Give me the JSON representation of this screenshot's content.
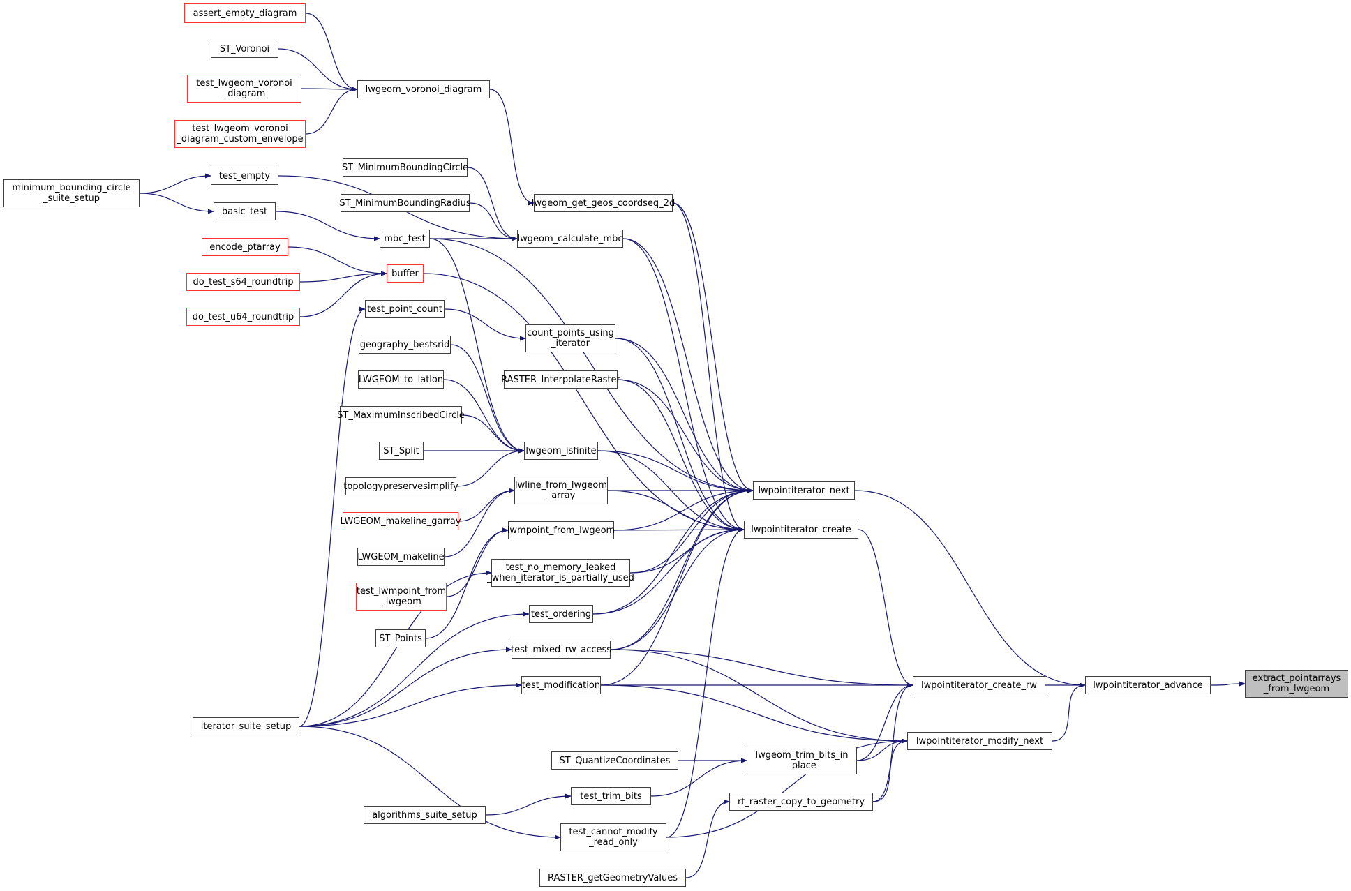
{
  "diagram": {
    "type": "call-graph",
    "edge_color": "#191970",
    "focus_fill": "#bfbfbf",
    "undocumented_border": "#ff3333",
    "nodes": [
      {
        "id": "assert_empty_diagram",
        "label": "assert_empty_diagram",
        "style": "red"
      },
      {
        "id": "ST_Voronoi",
        "label": "ST_Voronoi",
        "style": "normal"
      },
      {
        "id": "test_lwgeom_voronoi_diagram",
        "label": "test_lwgeom_voronoi\n_diagram",
        "style": "red"
      },
      {
        "id": "test_lwgeom_voronoi_diagram_custom_envelope",
        "label": "test_lwgeom_voronoi\n_diagram_custom_envelope",
        "style": "red"
      },
      {
        "id": "lwgeom_voronoi_diagram",
        "label": "lwgeom_voronoi_diagram",
        "style": "normal"
      },
      {
        "id": "minimum_bounding_circle_suite_setup",
        "label": "minimum_bounding_circle\n_suite_setup",
        "style": "normal"
      },
      {
        "id": "test_empty",
        "label": "test_empty",
        "style": "normal"
      },
      {
        "id": "basic_test",
        "label": "basic_test",
        "style": "normal"
      },
      {
        "id": "ST_MinimumBoundingCircle",
        "label": "ST_MinimumBoundingCircle",
        "style": "normal"
      },
      {
        "id": "ST_MinimumBoundingRadius",
        "label": "ST_MinimumBoundingRadius",
        "style": "normal"
      },
      {
        "id": "lwgeom_get_geos_coordseq_2d",
        "label": "lwgeom_get_geos_coordseq_2d",
        "style": "normal"
      },
      {
        "id": "mbc_test",
        "label": "mbc_test",
        "style": "normal"
      },
      {
        "id": "lwgeom_calculate_mbc",
        "label": "lwgeom_calculate_mbc",
        "style": "normal"
      },
      {
        "id": "encode_ptarray",
        "label": "encode_ptarray",
        "style": "red"
      },
      {
        "id": "do_test_s64_roundtrip",
        "label": "do_test_s64_roundtrip",
        "style": "red"
      },
      {
        "id": "do_test_u64_roundtrip",
        "label": "do_test_u64_roundtrip",
        "style": "red"
      },
      {
        "id": "buffer",
        "label": "buffer",
        "style": "red"
      },
      {
        "id": "test_point_count",
        "label": "test_point_count",
        "style": "normal"
      },
      {
        "id": "count_points_using_iterator",
        "label": "count_points_using\n_iterator",
        "style": "normal"
      },
      {
        "id": "geography_bestsrid",
        "label": "geography_bestsrid",
        "style": "normal"
      },
      {
        "id": "LWGEOM_to_latlon",
        "label": "LWGEOM_to_latlon",
        "style": "normal"
      },
      {
        "id": "RASTER_InterpolateRaster",
        "label": "RASTER_InterpolateRaster",
        "style": "normal"
      },
      {
        "id": "ST_MaximumInscribedCircle",
        "label": "ST_MaximumInscribedCircle",
        "style": "normal"
      },
      {
        "id": "ST_Split",
        "label": "ST_Split",
        "style": "normal"
      },
      {
        "id": "lwgeom_isfinite",
        "label": "lwgeom_isfinite",
        "style": "normal"
      },
      {
        "id": "topologypreservesimplify",
        "label": "topologypreservesimplify",
        "style": "normal"
      },
      {
        "id": "lwline_from_lwgeom_array",
        "label": "lwline_from_lwgeom\n_array",
        "style": "normal"
      },
      {
        "id": "lwpointiterator_next",
        "label": "lwpointiterator_next",
        "style": "normal"
      },
      {
        "id": "LWGEOM_makeline_garray",
        "label": "LWGEOM_makeline_garray",
        "style": "red"
      },
      {
        "id": "lwmpoint_from_lwgeom",
        "label": "lwmpoint_from_lwgeom",
        "style": "normal"
      },
      {
        "id": "lwpointiterator_create",
        "label": "lwpointiterator_create",
        "style": "normal"
      },
      {
        "id": "LWGEOM_makeline",
        "label": "LWGEOM_makeline",
        "style": "normal"
      },
      {
        "id": "test_no_memory_leaked",
        "label": "test_no_memory_leaked\n_when_iterator_is_partially_used",
        "style": "normal"
      },
      {
        "id": "test_lwmpoint_from_lwgeom",
        "label": "test_lwmpoint_from\n_lwgeom",
        "style": "red"
      },
      {
        "id": "test_ordering",
        "label": "test_ordering",
        "style": "normal"
      },
      {
        "id": "ST_Points",
        "label": "ST_Points",
        "style": "normal"
      },
      {
        "id": "test_mixed_rw_access",
        "label": "test_mixed_rw_access",
        "style": "normal"
      },
      {
        "id": "test_modification",
        "label": "test_modification",
        "style": "normal"
      },
      {
        "id": "lwpointiterator_create_rw",
        "label": "lwpointiterator_create_rw",
        "style": "normal"
      },
      {
        "id": "lwpointiterator_advance",
        "label": "lwpointiterator_advance",
        "style": "normal"
      },
      {
        "id": "extract_pointarrays_from_lwgeom",
        "label": "extract_pointarrays\n_from_lwgeom",
        "style": "focus"
      },
      {
        "id": "iterator_suite_setup",
        "label": "iterator_suite_setup",
        "style": "normal"
      },
      {
        "id": "lwpointiterator_modify_next",
        "label": "lwpointiterator_modify_next",
        "style": "normal"
      },
      {
        "id": "ST_QuantizeCoordinates",
        "label": "ST_QuantizeCoordinates",
        "style": "normal"
      },
      {
        "id": "lwgeom_trim_bits_in_place",
        "label": "lwgeom_trim_bits_in\n_place",
        "style": "normal"
      },
      {
        "id": "test_trim_bits",
        "label": "test_trim_bits",
        "style": "normal"
      },
      {
        "id": "rt_raster_copy_to_geometry",
        "label": "rt_raster_copy_to_geometry",
        "style": "normal"
      },
      {
        "id": "algorithms_suite_setup",
        "label": "algorithms_suite_setup",
        "style": "normal"
      },
      {
        "id": "test_cannot_modify_read_only",
        "label": "test_cannot_modify\n_read_only",
        "style": "normal"
      },
      {
        "id": "RASTER_getGeometryValues",
        "label": "RASTER_getGeometryValues",
        "style": "normal"
      }
    ],
    "edges": [
      [
        "assert_empty_diagram",
        "lwgeom_voronoi_diagram"
      ],
      [
        "ST_Voronoi",
        "lwgeom_voronoi_diagram"
      ],
      [
        "test_lwgeom_voronoi_diagram",
        "lwgeom_voronoi_diagram"
      ],
      [
        "test_lwgeom_voronoi_diagram_custom_envelope",
        "lwgeom_voronoi_diagram"
      ],
      [
        "lwgeom_voronoi_diagram",
        "lwgeom_get_geos_coordseq_2d"
      ],
      [
        "minimum_bounding_circle_suite_setup",
        "test_empty"
      ],
      [
        "minimum_bounding_circle_suite_setup",
        "basic_test"
      ],
      [
        "test_empty",
        "lwgeom_calculate_mbc"
      ],
      [
        "basic_test",
        "mbc_test"
      ],
      [
        "ST_MinimumBoundingCircle",
        "lwgeom_calculate_mbc"
      ],
      [
        "ST_MinimumBoundingRadius",
        "lwgeom_calculate_mbc"
      ],
      [
        "mbc_test",
        "lwgeom_calculate_mbc"
      ],
      [
        "mbc_test",
        "lwpointiterator_next"
      ],
      [
        "mbc_test",
        "lwgeom_isfinite"
      ],
      [
        "lwgeom_get_geos_coordseq_2d",
        "lwpointiterator_next"
      ],
      [
        "lwgeom_get_geos_coordseq_2d",
        "lwpointiterator_create"
      ],
      [
        "lwgeom_calculate_mbc",
        "lwpointiterator_next"
      ],
      [
        "lwgeom_calculate_mbc",
        "lwpointiterator_create"
      ],
      [
        "encode_ptarray",
        "buffer"
      ],
      [
        "do_test_s64_roundtrip",
        "buffer"
      ],
      [
        "do_test_u64_roundtrip",
        "buffer"
      ],
      [
        "buffer",
        "lwpointiterator_create"
      ],
      [
        "test_point_count",
        "count_points_using_iterator"
      ],
      [
        "iterator_suite_setup",
        "test_point_count"
      ],
      [
        "count_points_using_iterator",
        "lwpointiterator_next"
      ],
      [
        "count_points_using_iterator",
        "lwpointiterator_create"
      ],
      [
        "geography_bestsrid",
        "lwgeom_isfinite"
      ],
      [
        "LWGEOM_to_latlon",
        "lwgeom_isfinite"
      ],
      [
        "ST_MaximumInscribedCircle",
        "lwgeom_isfinite"
      ],
      [
        "ST_Split",
        "lwgeom_isfinite"
      ],
      [
        "topologypreservesimplify",
        "lwgeom_isfinite"
      ],
      [
        "RASTER_InterpolateRaster",
        "lwpointiterator_next"
      ],
      [
        "RASTER_InterpolateRaster",
        "lwpointiterator_create"
      ],
      [
        "lwgeom_isfinite",
        "lwpointiterator_next"
      ],
      [
        "lwgeom_isfinite",
        "lwpointiterator_create"
      ],
      [
        "LWGEOM_makeline_garray",
        "lwline_from_lwgeom_array"
      ],
      [
        "LWGEOM_makeline",
        "lwline_from_lwgeom_array"
      ],
      [
        "lwline_from_lwgeom_array",
        "lwpointiterator_next"
      ],
      [
        "lwline_from_lwgeom_array",
        "lwpointiterator_create"
      ],
      [
        "test_lwmpoint_from_lwgeom",
        "lwmpoint_from_lwgeom"
      ],
      [
        "ST_Points",
        "lwmpoint_from_lwgeom"
      ],
      [
        "lwmpoint_from_lwgeom",
        "lwpointiterator_next"
      ],
      [
        "lwmpoint_from_lwgeom",
        "lwpointiterator_create"
      ],
      [
        "iterator_suite_setup",
        "test_no_memory_leaked"
      ],
      [
        "test_no_memory_leaked",
        "lwpointiterator_next"
      ],
      [
        "test_no_memory_leaked",
        "lwpointiterator_create"
      ],
      [
        "iterator_suite_setup",
        "test_ordering"
      ],
      [
        "test_ordering",
        "lwpointiterator_next"
      ],
      [
        "test_ordering",
        "lwpointiterator_create"
      ],
      [
        "iterator_suite_setup",
        "test_mixed_rw_access"
      ],
      [
        "test_mixed_rw_access",
        "lwpointiterator_next"
      ],
      [
        "test_mixed_rw_access",
        "lwpointiterator_create"
      ],
      [
        "test_mixed_rw_access",
        "lwpointiterator_create_rw"
      ],
      [
        "test_mixed_rw_access",
        "lwpointiterator_modify_next"
      ],
      [
        "iterator_suite_setup",
        "test_modification"
      ],
      [
        "test_modification",
        "lwpointiterator_next"
      ],
      [
        "test_modification",
        "lwpointiterator_create_rw"
      ],
      [
        "test_modification",
        "lwpointiterator_modify_next"
      ],
      [
        "iterator_suite_setup",
        "test_cannot_modify_read_only"
      ],
      [
        "test_cannot_modify_read_only",
        "lwpointiterator_create"
      ],
      [
        "test_cannot_modify_read_only",
        "lwpointiterator_modify_next"
      ],
      [
        "lwpointiterator_create",
        "lwpointiterator_create_rw"
      ],
      [
        "lwpointiterator_next",
        "lwpointiterator_advance"
      ],
      [
        "lwpointiterator_create_rw",
        "lwpointiterator_advance"
      ],
      [
        "lwpointiterator_modify_next",
        "lwpointiterator_advance"
      ],
      [
        "lwpointiterator_advance",
        "extract_pointarrays_from_lwgeom"
      ],
      [
        "ST_QuantizeCoordinates",
        "lwgeom_trim_bits_in_place"
      ],
      [
        "test_trim_bits",
        "lwgeom_trim_bits_in_place"
      ],
      [
        "algorithms_suite_setup",
        "test_trim_bits"
      ],
      [
        "lwgeom_trim_bits_in_place",
        "lwpointiterator_create_rw"
      ],
      [
        "lwgeom_trim_bits_in_place",
        "lwpointiterator_modify_next"
      ],
      [
        "rt_raster_copy_to_geometry",
        "lwpointiterator_create_rw"
      ],
      [
        "rt_raster_copy_to_geometry",
        "lwpointiterator_modify_next"
      ],
      [
        "RASTER_getGeometryValues",
        "rt_raster_copy_to_geometry"
      ]
    ]
  }
}
